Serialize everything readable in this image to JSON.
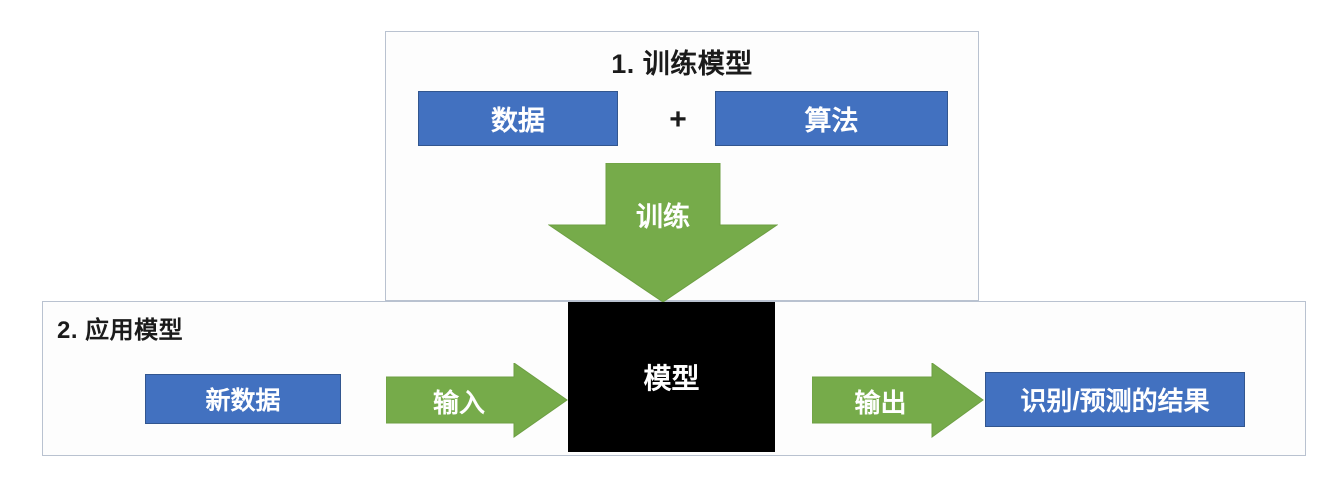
{
  "diagram": {
    "background_color": "#ffffff",
    "palette": {
      "blue_box": "#4271c0",
      "blue_box_border": "#32568f",
      "green_arrow": "#76ab4a",
      "green_arrow_border": "#5f8f37",
      "panel_border": "#b9c2d0",
      "model_box": "#000000",
      "text_dark": "#1b1b1b",
      "text_light": "#ffffff"
    },
    "sections": [
      {
        "id": "training",
        "title": "1. 训练模型",
        "boxes": [
          {
            "name": "data",
            "label": "数据"
          },
          {
            "name": "algorithm",
            "label": "算法"
          }
        ],
        "operator": "+",
        "arrow": {
          "name": "train-arrow",
          "label": "训练",
          "direction": "down"
        }
      },
      {
        "id": "application",
        "title": "2. 应用模型",
        "boxes": [
          {
            "name": "new-data",
            "label": "新数据"
          },
          {
            "name": "model",
            "label": "模型"
          },
          {
            "name": "result",
            "label": "识别/预测的结果"
          }
        ],
        "arrows": [
          {
            "name": "input-arrow",
            "label": "输入",
            "direction": "right"
          },
          {
            "name": "output-arrow",
            "label": "输出",
            "direction": "right"
          }
        ]
      }
    ]
  }
}
